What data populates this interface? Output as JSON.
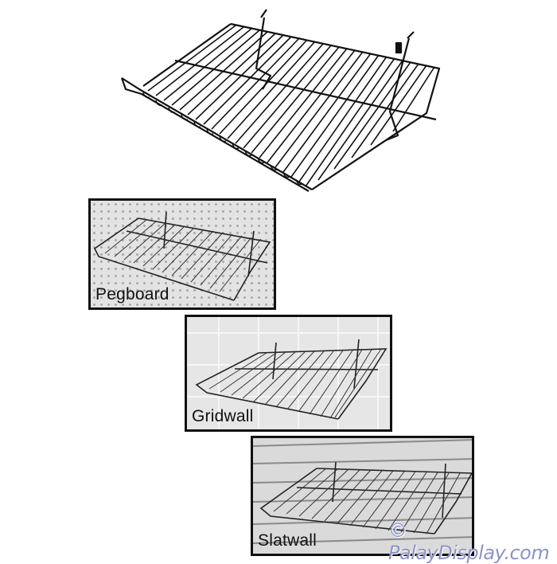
{
  "product": {
    "subject": "Black wire sloping shelf with front lip",
    "main_image": {
      "view": "wire-shelf-product-view"
    }
  },
  "insets": [
    {
      "id": "pegboard",
      "label": "Pegboard",
      "background": "pegboard-wall"
    },
    {
      "id": "gridwall",
      "label": "Gridwall",
      "background": "gridwall-panel"
    },
    {
      "id": "slatwall",
      "label": "Slatwall",
      "background": "slatwall-panel"
    }
  ],
  "watermark": {
    "text": "© PalayDisplay.com",
    "color": "#8c93c8"
  },
  "colors": {
    "wire": "#111111",
    "frame": "#111111",
    "background": "#ffffff"
  }
}
